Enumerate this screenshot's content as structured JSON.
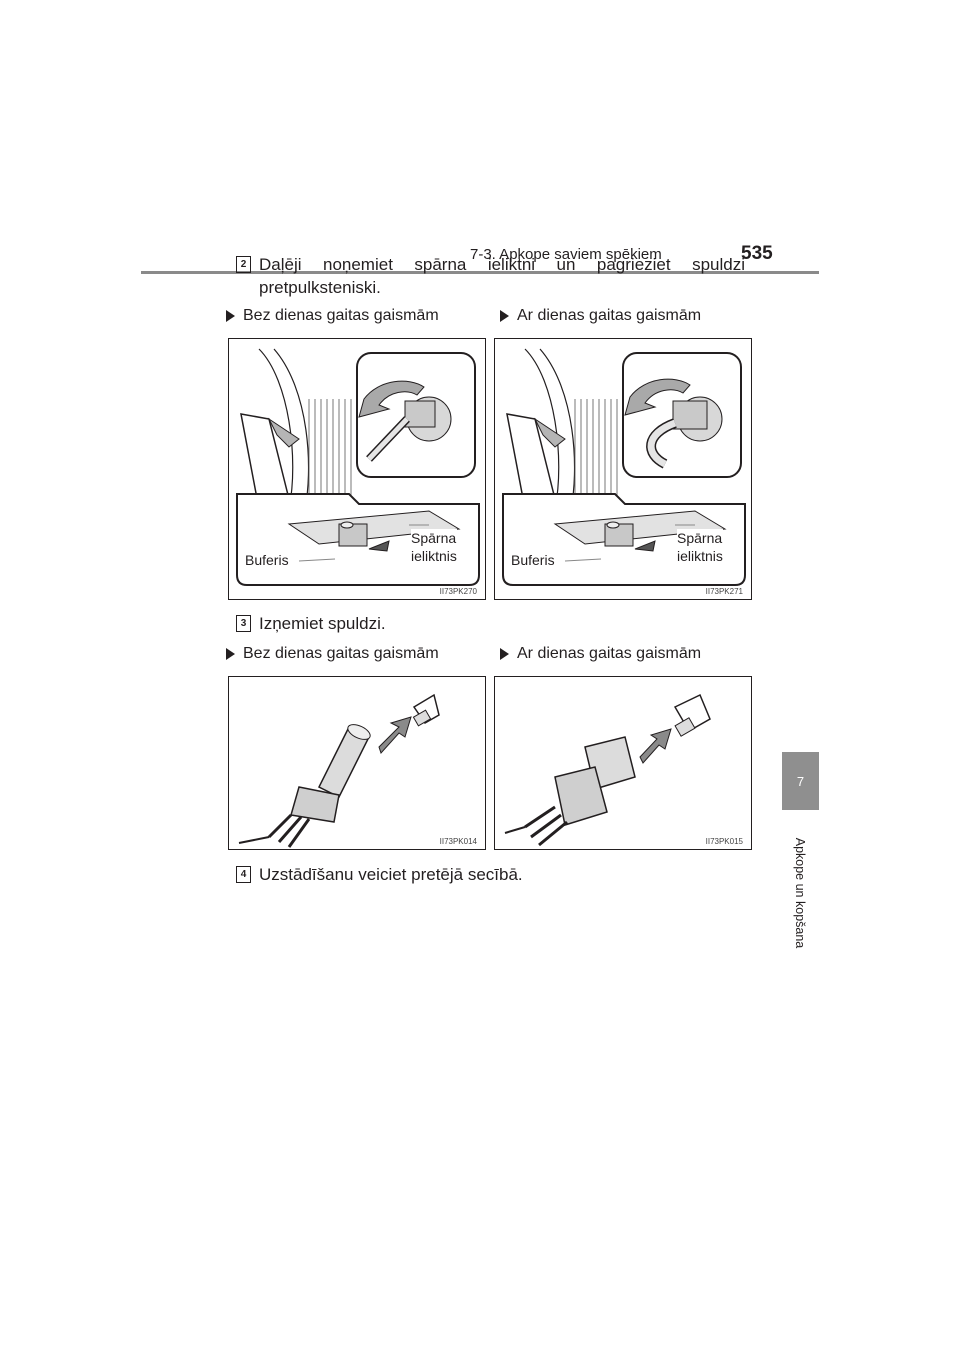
{
  "header": {
    "section_title": "7-3. Apkope saviem spēkiem",
    "page_number": "535"
  },
  "side_tab": {
    "chapter_number": "7",
    "chapter_title": "Apkope un kopšana"
  },
  "steps": [
    {
      "number": "2",
      "text_line1_words": [
        "Daļēji",
        "noņemiet",
        "spārna",
        "ieliktni",
        "un",
        "pagrieziet",
        "spuldzi"
      ],
      "text_line2": "pretpulksteniski."
    },
    {
      "number": "3",
      "text": "Izņemiet spuldzi."
    },
    {
      "number": "4",
      "text": "Uzstādīšanu veiciet pretējā secībā."
    }
  ],
  "figures_row1": {
    "left_label": "Bez dienas gaitas gaismām",
    "right_label": "Ar dienas gaitas gaismām",
    "left_code": "II73PK270",
    "right_code": "II73PK271",
    "callout_bumper": "Buferis",
    "callout_liner_line1": "Spārna",
    "callout_liner_line2": "ieliktnis"
  },
  "figures_row2": {
    "left_label": "Bez dienas gaitas gaismām",
    "right_label": "Ar dienas gaitas gaismām",
    "left_code": "II73PK014",
    "right_code": "II73PK015"
  }
}
